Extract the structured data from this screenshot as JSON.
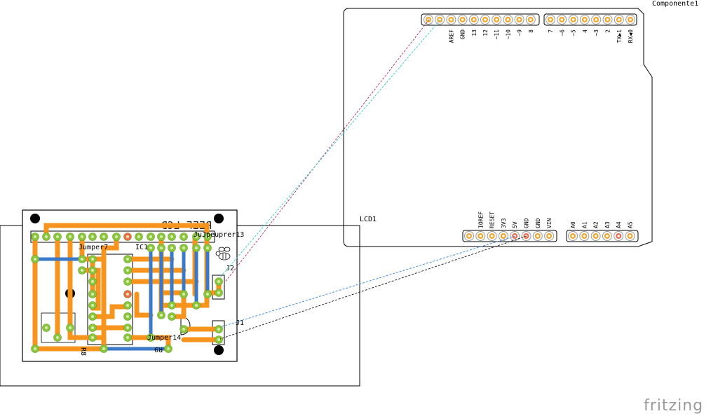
{
  "labels": {
    "component": "Componente1",
    "lcd": "LCD1",
    "ic": "IC1",
    "jumper7": "Jumper7",
    "jumper14": "Jumper14",
    "jumper_overlap": "JuJpeuprer13",
    "j1": "J1",
    "j2": "J2",
    "mirror_text": "REEF LCD",
    "r8": "R8",
    "r9": "R9"
  },
  "top_header_labels": [
    "AREF",
    "GND",
    "13",
    "12",
    "~11",
    "~10",
    "~9",
    "8",
    "7",
    "~6",
    "~5",
    "4",
    "~3",
    "2",
    "TX▶1",
    "RX◀0"
  ],
  "bottom_header_labels": [
    "IOREF",
    "RESET",
    "3V3",
    "5V",
    "GND",
    "GND",
    "VIN",
    "A0",
    "A1",
    "A2",
    "A3",
    "A4",
    "A5"
  ],
  "brand": "fritzing",
  "colors": {
    "trace": "#f7941d",
    "jumper": "#3a78c8",
    "pad": "#8cc63f",
    "pad_red": "#f26a4b",
    "header_pin": "#f4a52a",
    "ratsnest_pink": "#b0306a",
    "ratsnest_cyan": "#2ccbcb",
    "ratsnest_blue": "#2f7fd4",
    "ratsnest_black": "#111111"
  }
}
